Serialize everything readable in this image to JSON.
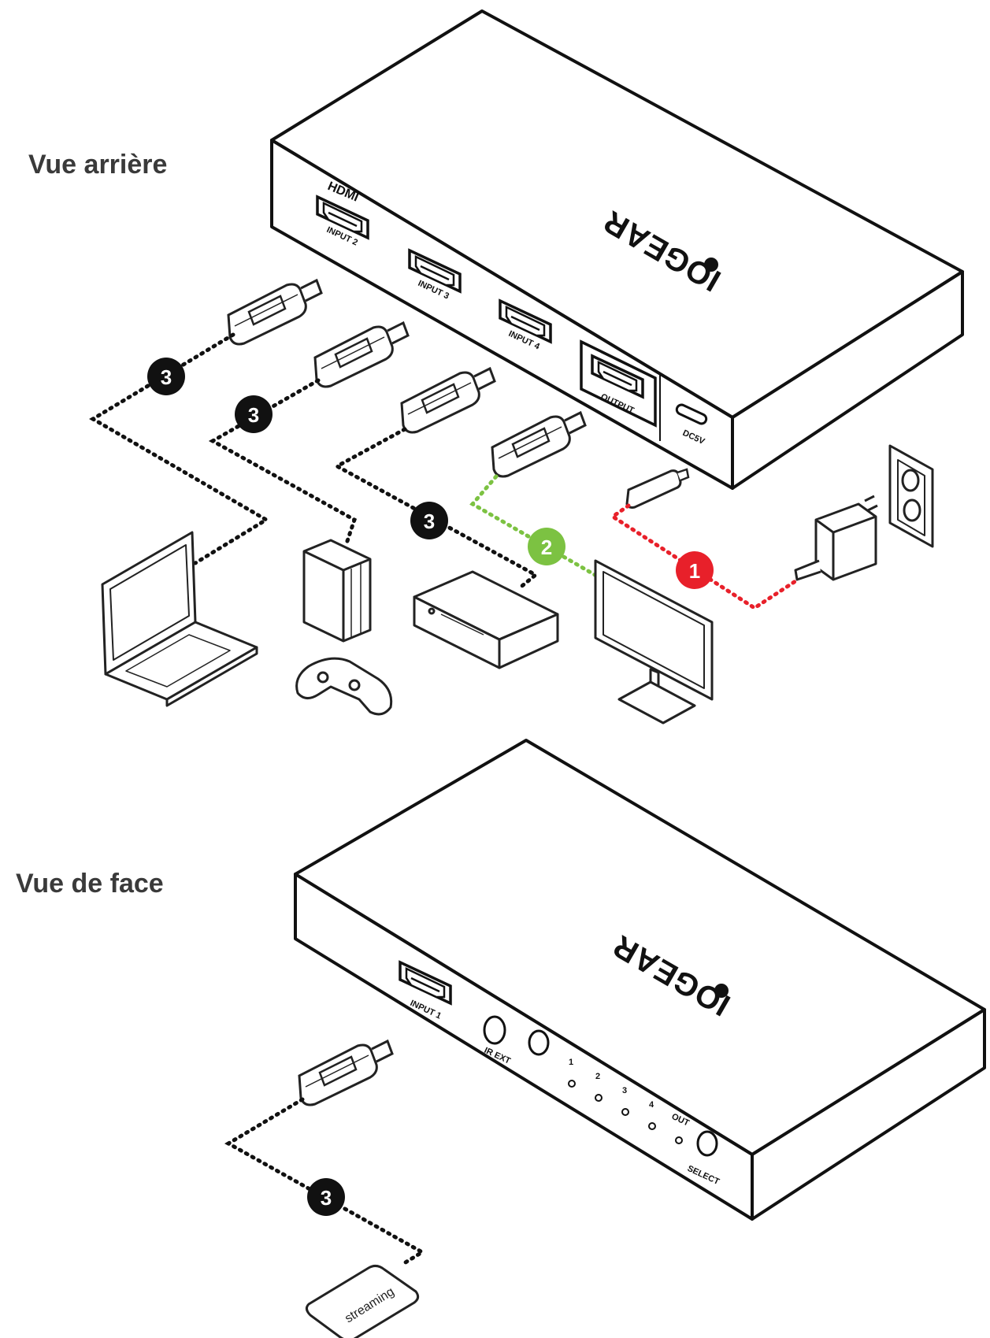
{
  "labels": {
    "rear_view": "Vue arrière",
    "front_view": "Vue de face"
  },
  "brand": "IOGEAR",
  "hdmi_logo": "HDMI",
  "rear_ports": {
    "input2": "INPUT 2",
    "input3": "INPUT 3",
    "input4": "INPUT 4",
    "output": "OUTPUT",
    "dc": "DC5V"
  },
  "front_panel": {
    "input1": "INPUT 1",
    "ir_ext": "IR EXT",
    "led1": "1",
    "led2": "2",
    "led3": "3",
    "led4": "4",
    "led_out": "OUT",
    "select": "SELECT"
  },
  "steps": {
    "power": "1",
    "display": "2",
    "sources": "3"
  },
  "devices": {
    "streaming_stick": "streaming"
  },
  "colors": {
    "step1": "#e8202a",
    "step2": "#7cc242",
    "step3": "#111111"
  }
}
